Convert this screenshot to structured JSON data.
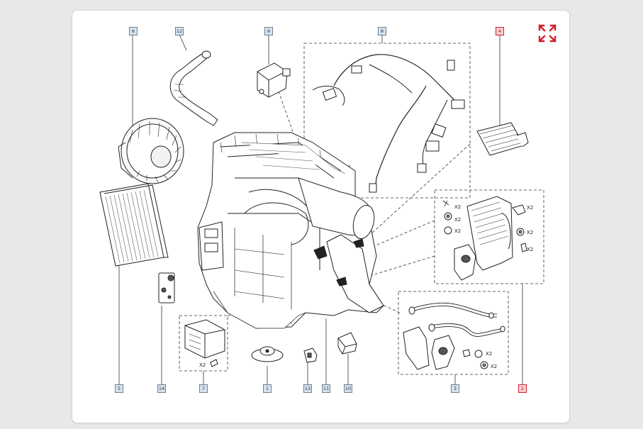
{
  "callouts": {
    "c6": "6",
    "c12": "12",
    "c9": "9",
    "c8": "8",
    "c4": "4",
    "c5": "5",
    "c14": "14",
    "c7": "7",
    "c1": "1",
    "c13": "13",
    "c11": "11",
    "c10": "10",
    "c3": "3",
    "c2": "2"
  },
  "qty_labels": {
    "q7": "X2",
    "q2a": "X2",
    "q2b": "X2",
    "q2c": "X2",
    "q2d": "X2",
    "q2e": "X2",
    "q2f": "X2",
    "q3a": "X2",
    "q3b": "X2"
  },
  "colors": {
    "page_bg": "#e8e8e8",
    "callout_fill": "#d8e3ee",
    "callout_highlight": "#d21e2b",
    "expand_icon": "#d21e2b"
  },
  "icons": {
    "expand": "expand-arrows-icon"
  }
}
